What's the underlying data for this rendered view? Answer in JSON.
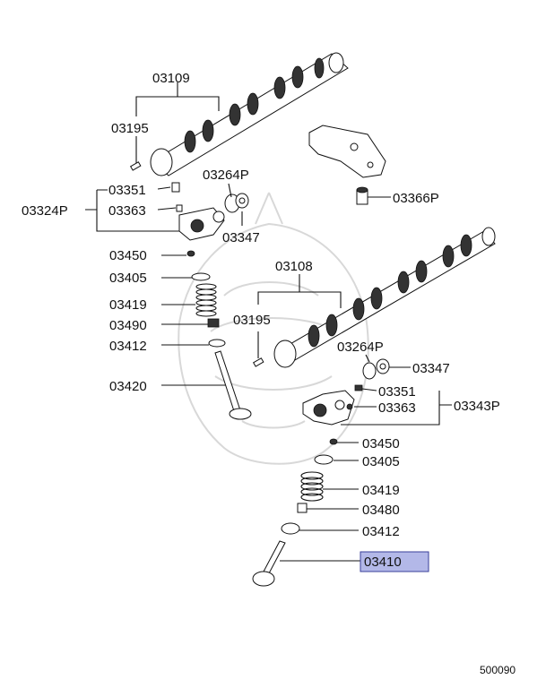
{
  "labels": {
    "l03109": "03109",
    "l03195a": "03195",
    "l03264a": "03264P",
    "l03351a": "03351",
    "l03324": "03324P",
    "l03363a": "03363",
    "l03347a": "03347",
    "l03366": "03366P",
    "l03450a": "03450",
    "l03405a": "03405",
    "l03419a": "03419",
    "l03490": "03490",
    "l03412a": "03412",
    "l03420": "03420",
    "l03108": "03108",
    "l03195b": "03195",
    "l03264b": "03264P",
    "l03347b": "03347",
    "l03351b": "03351",
    "l03363b": "03363",
    "l03343": "03343P",
    "l03450b": "03450",
    "l03405b": "03405",
    "l03419b": "03419",
    "l03480": "03480",
    "l03412b": "03412",
    "l03410": "03410"
  },
  "reference_number": "500090",
  "highlight_color": "#b3b8e8"
}
